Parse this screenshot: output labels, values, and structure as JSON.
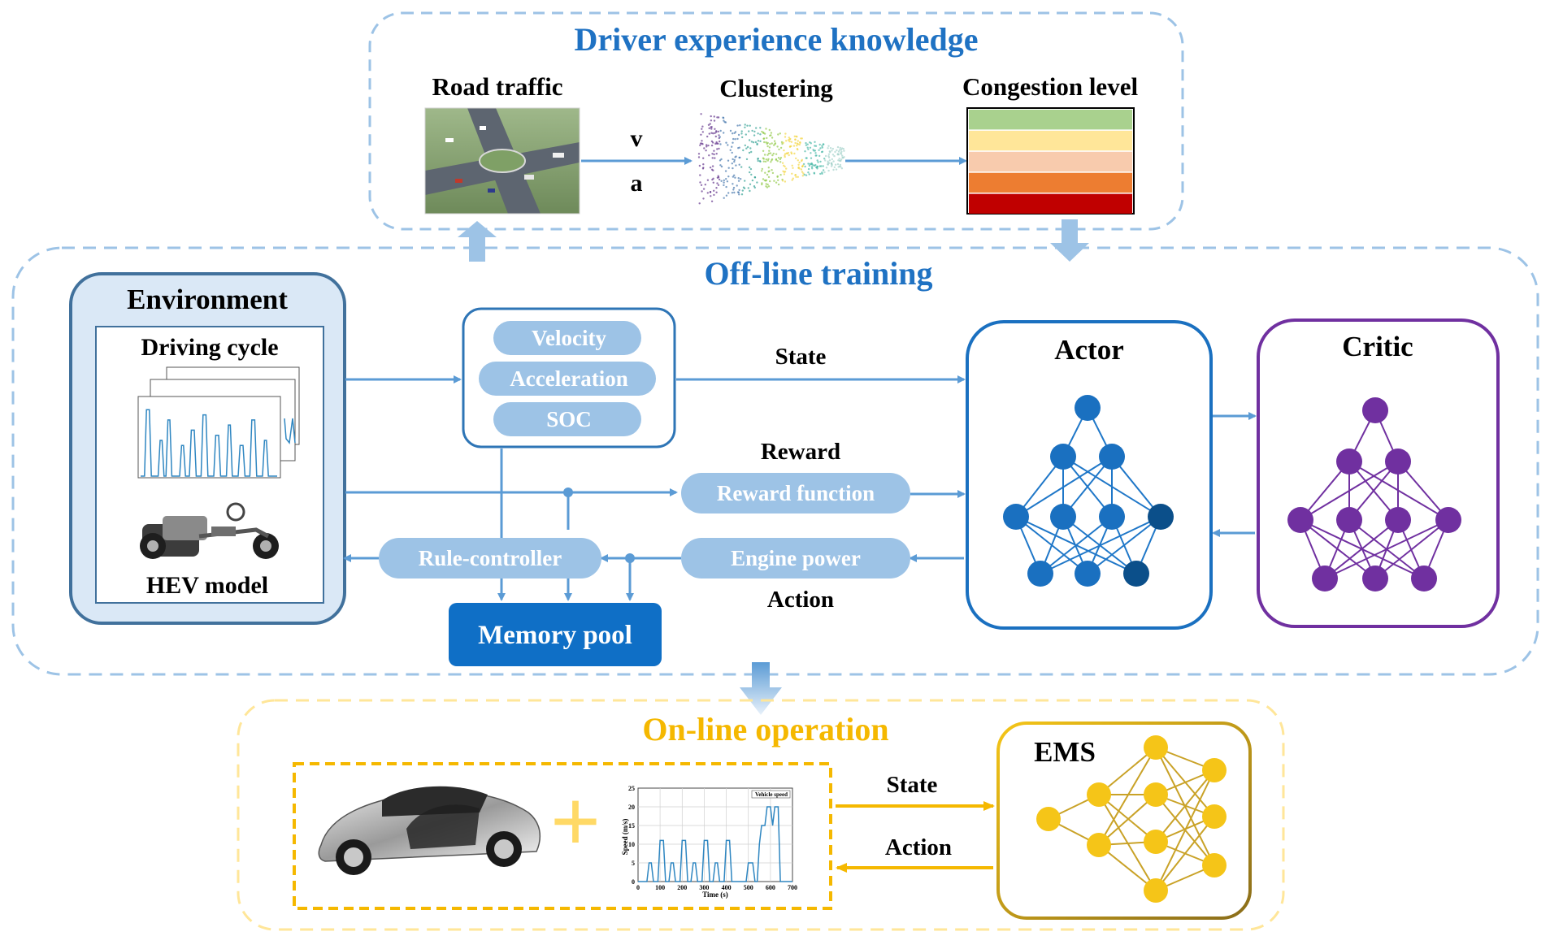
{
  "driver_knowledge": {
    "title": "Driver experience knowledge",
    "road_traffic": "Road traffic",
    "clustering": "Clustering",
    "congestion_level": "Congestion level",
    "input_v": "v",
    "input_a": "a",
    "congestion_colors": [
      "#a9d18e",
      "#ffe699",
      "#f8cbad",
      "#ed7d31",
      "#c00000"
    ]
  },
  "offline": {
    "title": "Off-line training",
    "environment": {
      "title": "Environment",
      "driving_cycle": "Driving cycle",
      "hev_model": "HEV model"
    },
    "state_items": [
      "Velocity",
      "Acceleration",
      "SOC"
    ],
    "labels": {
      "state": "State",
      "reward": "Reward",
      "action": "Action"
    },
    "reward_function": "Reward function",
    "engine_power": "Engine power",
    "rule_controller": "Rule-controller",
    "memory_pool": "Memory pool",
    "actor": "Actor",
    "critic": "Critic"
  },
  "online": {
    "title": "On-line operation",
    "state": "State",
    "action": "Action",
    "ems": "EMS",
    "plus_sign": "+"
  },
  "mini_chart": {
    "legend": "Vehicle speed",
    "ylabel": "Speed (m/s)",
    "xlabel": "Time (s)",
    "yticks": [
      "0",
      "5",
      "10",
      "15",
      "20",
      "25"
    ],
    "xticks": [
      "0",
      "100",
      "200",
      "300",
      "400",
      "500",
      "600",
      "700"
    ]
  },
  "colors": {
    "blue_title": "#1f72c3",
    "light_blue": "#9dc3e6",
    "dash_blue": "#9dc3e6",
    "actor_blue": "#1a70c0",
    "critic_purple": "#7030a0",
    "gold": "#f5b800",
    "gold_dark": "#b8860b",
    "memory_blue": "#0f6fc6",
    "env_fill": "#dae8f6",
    "env_border": "#41719c"
  }
}
